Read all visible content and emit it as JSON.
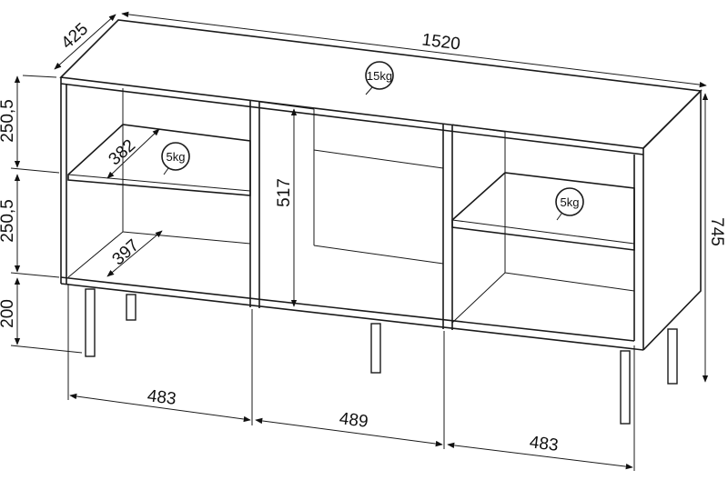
{
  "dimensions": {
    "depth": "425",
    "width": "1520",
    "height": "745",
    "compartment_upper": "250,5",
    "compartment_lower": "250,5",
    "leg_height": "200",
    "inner_height": "517",
    "shelf_depth_upper": "382",
    "shelf_depth_lower": "397",
    "section_left": "483",
    "section_middle": "489",
    "section_right": "483"
  },
  "loads": {
    "top": "15kg",
    "left_shelf": "5kg",
    "right_shelf": "5kg"
  }
}
